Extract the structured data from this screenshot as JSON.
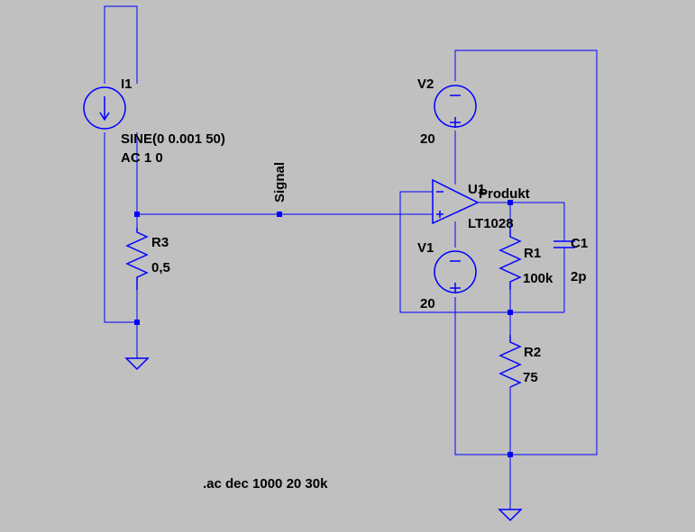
{
  "components": {
    "i1": {
      "name": "I1",
      "value_line1": "SINE(0 0.001 50)",
      "value_line2": "AC 1 0"
    },
    "r3": {
      "name": "R3",
      "value": "0,5"
    },
    "v2": {
      "name": "V2",
      "value": "20"
    },
    "v1": {
      "name": "V1",
      "value": "20"
    },
    "u1": {
      "name": "U1",
      "model": "LT1028"
    },
    "r1": {
      "name": "R1",
      "value": "100k"
    },
    "c1": {
      "name": "C1",
      "value": "2p"
    },
    "r2": {
      "name": "R2",
      "value": "75"
    }
  },
  "net_labels": {
    "signal": "Signal",
    "product": "Produkt"
  },
  "directive": ".ac dec 1000 20 30k",
  "colors": {
    "background": "#c0c0c0",
    "wire": "#0000ff",
    "text": "#000000"
  }
}
